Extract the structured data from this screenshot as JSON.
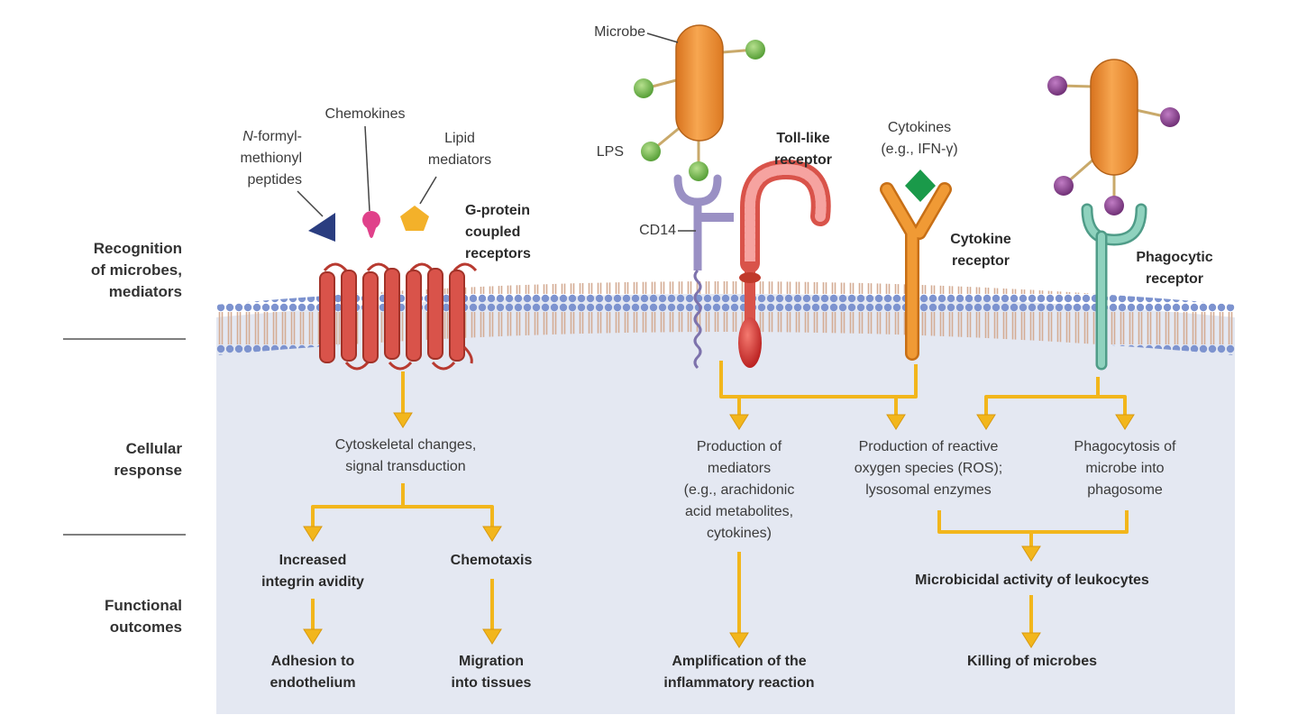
{
  "rows": {
    "recognition": "Recognition\nof microbes,\nmediators",
    "cellular": "Cellular\nresponse",
    "functional": "Functional\noutcomes"
  },
  "ligands": {
    "fmlp": "N-formyl-\nmethionyl\npeptides",
    "chemokines": "Chemokines",
    "lipid": "Lipid\nmediators",
    "microbe": "Microbe",
    "lps": "LPS",
    "cytokines": "Cytokines\n(e.g., IFN-γ)"
  },
  "receptors": {
    "gpcr": "G-protein\ncoupled\nreceptors",
    "cd14": "CD14",
    "tlr": "Toll-like\nreceptor",
    "cytokine": "Cytokine\nreceptor",
    "phagocytic": "Phagocytic\nreceptor"
  },
  "responses": {
    "cytoskeletal": "Cytoskeletal changes,\nsignal transduction",
    "mediators": "Production of\nmediators\n(e.g., arachidonic\nacid metabolites,\ncytokines)",
    "ros": "Production of reactive\noxygen species (ROS);\nlysosomal enzymes",
    "phagocytosis": "Phagocytosis of\nmicrobe into\nphagosome"
  },
  "outcomes": {
    "integrin": "Increased\nintegrin avidity",
    "chemotaxis": "Chemotaxis",
    "microbicidal": "Microbicidal activity of leukocytes",
    "adhesion": "Adhesion to\nendothelium",
    "migration": "Migration\ninto tissues",
    "amplification": "Amplification of the\ninflammatory reaction",
    "killing": "Killing of microbes"
  },
  "colors": {
    "cytoplasm": "#e4e8f2",
    "membrane_head": "#7d93cf",
    "membrane_tail": "#d9b8a0",
    "arrow": "#f2b61c",
    "gpcr": "#d9534a",
    "microbe": "#f0922e",
    "lps_bead": "#7dbb4e",
    "phago_bead": "#8a3f8e",
    "cytokine_receptor": "#f09a35",
    "phagocytic_receptor": "#7fc4b0",
    "cd14": "#9a90c4",
    "ifn": "#1a9a4a",
    "fmlp": "#2a3d80",
    "chemokine": "#e0418a",
    "lipid": "#f3b12a"
  }
}
